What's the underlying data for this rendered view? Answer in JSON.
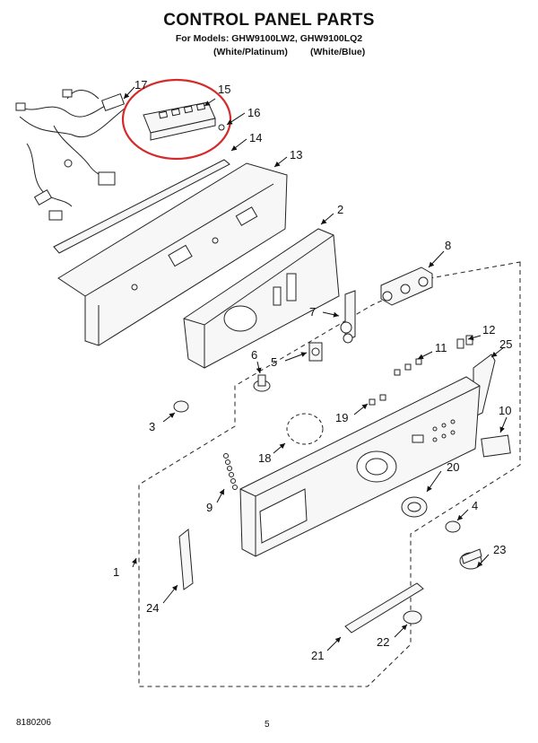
{
  "header": {
    "title": "CONTROL PANEL PARTS",
    "models": "For Models: GHW9100LW2, GHW9100LQ2",
    "variant_1": "(White/Platinum)",
    "variant_2": "(White/Blue)"
  },
  "footer": {
    "doc_number": "8180206",
    "page_number": "5"
  },
  "callouts": {
    "c1": "1",
    "c2": "2",
    "c3": "3",
    "c4": "4",
    "c5": "5",
    "c6": "6",
    "c7": "7",
    "c8": "8",
    "c9": "9",
    "c10": "10",
    "c11": "11",
    "c12": "12",
    "c13": "13",
    "c14": "14",
    "c15": "15",
    "c16": "16",
    "c17": "17",
    "c18": "18",
    "c19": "19",
    "c20": "20",
    "c21": "21",
    "c22": "22",
    "c23": "23",
    "c24": "24",
    "c25": "25"
  },
  "highlight": {
    "color": "#d42a2a",
    "target_part": "15"
  }
}
